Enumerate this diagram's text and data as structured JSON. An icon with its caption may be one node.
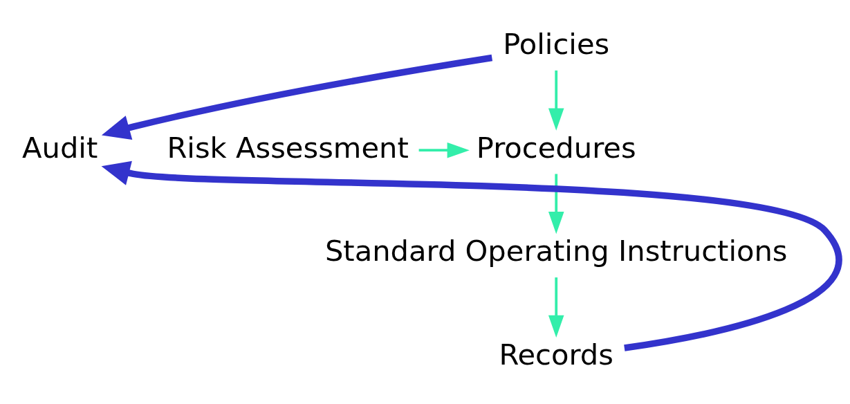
{
  "diagram": {
    "nodes": [
      {
        "text": [
          "Policies"
        ]
      },
      {
        "text": [
          "Risk Assessment"
        ]
      },
      {
        "text": [
          "Procedures"
        ]
      },
      {
        "text": [
          "Standard Operating Instructions"
        ]
      },
      {
        "text": [
          "Records"
        ]
      },
      {
        "text": [
          "Audit"
        ]
      }
    ],
    "edges": [
      {
        "from": 0,
        "to": 2,
        "arrow": "to"
      },
      {
        "from": 1,
        "to": 2,
        "arrow": "to"
      },
      {
        "from": 2,
        "to": 3,
        "arrow": "to"
      },
      {
        "from": 3,
        "to": 4,
        "arrow": "to"
      },
      {
        "from": 0,
        "to": 5,
        "arrow": "to",
        "style": "thick",
        "color": "#3333cc"
      },
      {
        "from": 4,
        "to": 5,
        "arrow": "to",
        "style": "thick",
        "color": "#3333cc"
      }
    ]
  }
}
